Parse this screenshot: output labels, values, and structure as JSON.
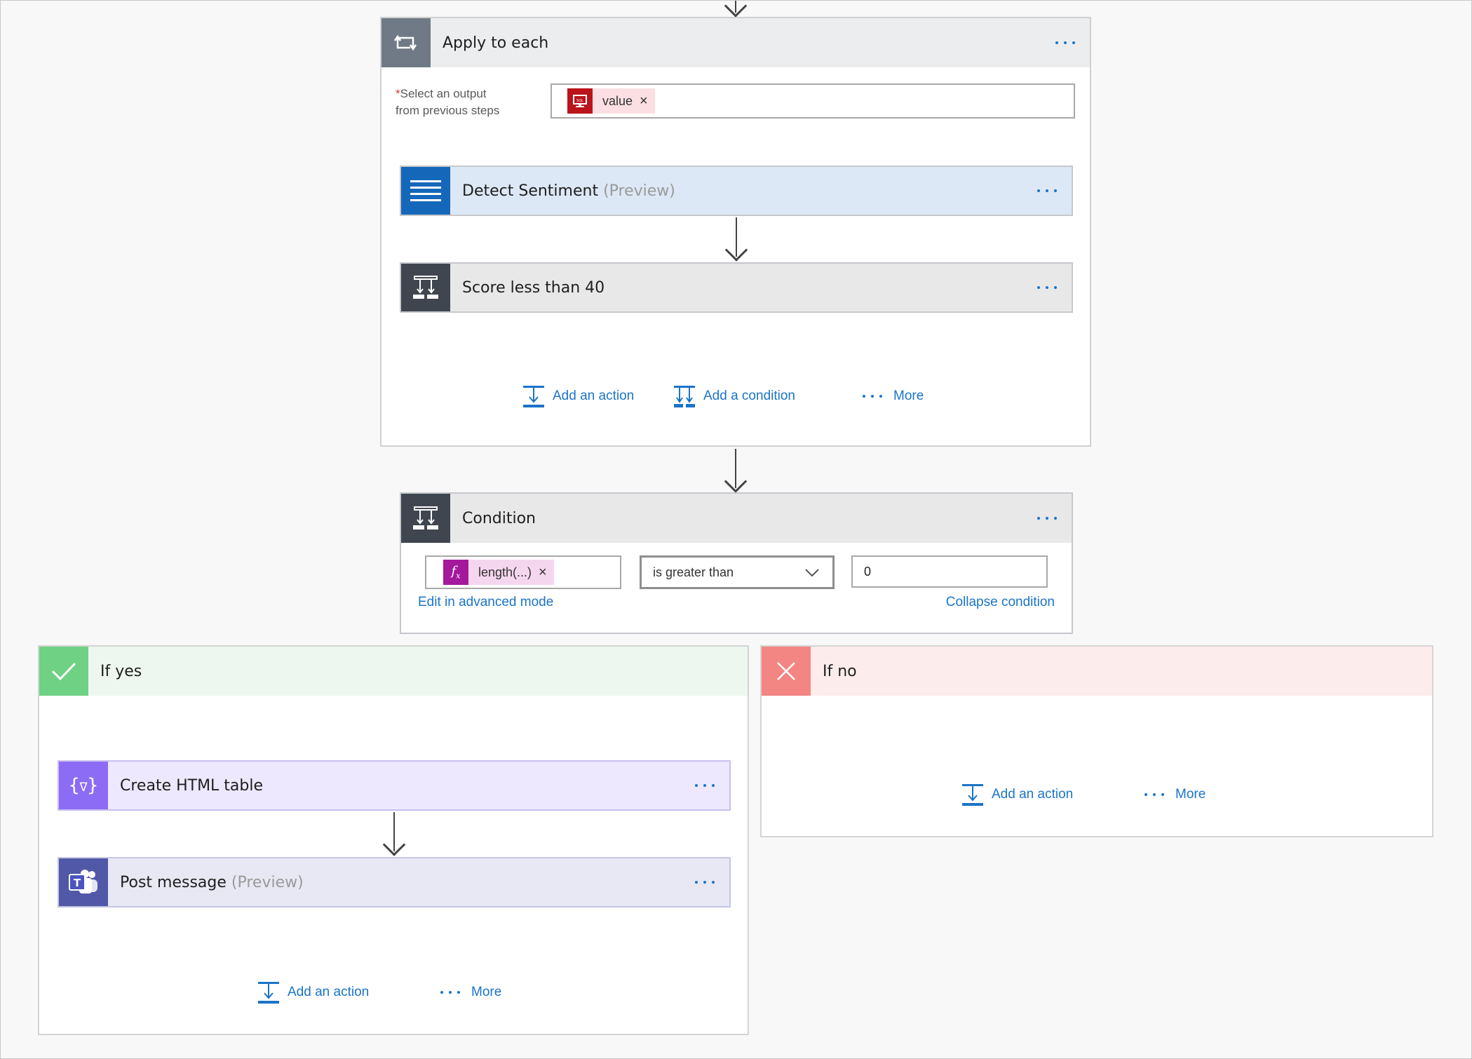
{
  "apply_to_each": {
    "title": "Apply to each",
    "field_label_required": "*",
    "field_label_line1": "Select an output",
    "field_label_line2": "from previous steps",
    "token_label": "value",
    "token_close": "×",
    "token_icon": "sql-icon"
  },
  "detect_sentiment": {
    "title": "Detect Sentiment",
    "preview": "(Preview)"
  },
  "score_condition": {
    "title": "Score less than 40"
  },
  "loop_actions": {
    "add_action": "Add an action",
    "add_condition": "Add a condition",
    "more": "More"
  },
  "condition": {
    "title": "Condition",
    "left_token": "length(...)",
    "left_token_close": "×",
    "operator": "is greater than",
    "value": "0",
    "edit_advanced": "Edit in advanced mode",
    "collapse": "Collapse condition"
  },
  "if_yes": {
    "title": "If yes",
    "create_html": "Create HTML table",
    "post_message": "Post message",
    "post_preview": "(Preview)",
    "add_action": "Add an action",
    "more": "More"
  },
  "if_no": {
    "title": "If no",
    "add_action": "Add an action",
    "more": "More"
  },
  "colors": {
    "link": "#1b74c9",
    "loop_icon_bg": "#6f7a86",
    "sentiment_icon_bg": "#1568b9",
    "sentiment_card_bg": "#dce8f5",
    "condition_icon_bg": "#3f4650",
    "sql_red": "#ba141a",
    "fx_purple": "#a4189c",
    "yes_green": "#6fd183",
    "no_red": "#f38583",
    "html_purple": "#8c6cf4",
    "teams_purple": "#5158a8"
  }
}
